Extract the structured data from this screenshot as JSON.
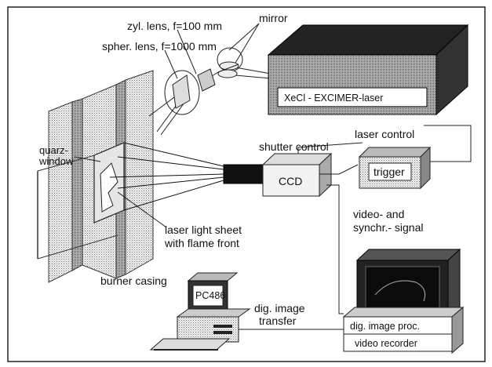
{
  "labels": {
    "cyl_lens": "zyl. lens, f=100 mm",
    "spher_lens": "spher. lens, f=1000 mm",
    "mirror": "mirror",
    "laser": "XeCl - EXCIMER-laser",
    "laser_control": "laser control",
    "quartz_window": [
      "quarz-",
      "window"
    ],
    "shutter_control": "shutter control",
    "trigger": "trigger",
    "ccd": "CCD",
    "video_signal": [
      "video- and",
      "synchr.- signal"
    ],
    "light_sheet": [
      "laser light sheet",
      "with flame front"
    ],
    "burner_casing": "burner casing",
    "pc": "PC486",
    "transfer": [
      "dig. image",
      "transfer"
    ],
    "image_proc": "dig. image proc.",
    "video_recorder": "video recorder"
  }
}
